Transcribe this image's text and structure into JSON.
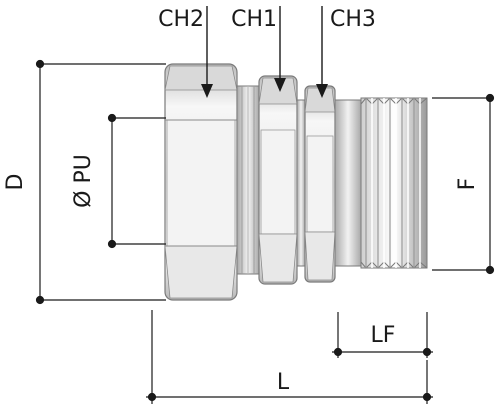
{
  "labels": {
    "ch2": "CH2",
    "ch1": "CH1",
    "ch3": "CH3",
    "d": "D",
    "pu": "Ø PU",
    "f": "F",
    "lf": "LF",
    "l": "L"
  },
  "colors": {
    "line": "#1a1a1a",
    "metal_light": "#f4f4f4",
    "metal_mid": "#cfcfcf",
    "metal_dark": "#8a8a8a",
    "outline": "#6e6e6e"
  }
}
